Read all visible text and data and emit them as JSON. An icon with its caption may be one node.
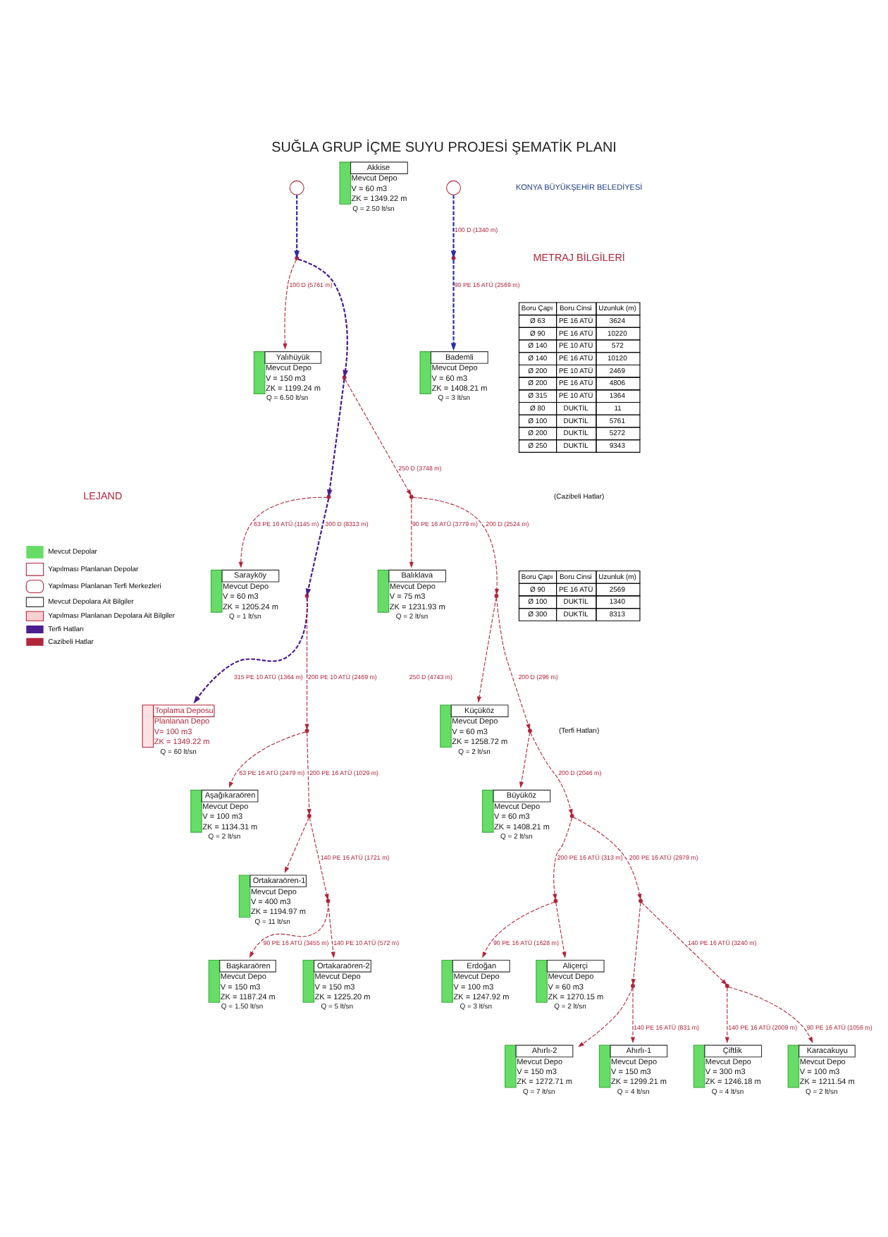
{
  "diagram": {
    "title": "SUĞLA GRUP İÇME SUYU PROJESİ ŞEMATİK PLANI",
    "nodes": [
      {
        "text": [
          "Başkaraören",
          "Mevcut Depo",
          "V = 150 m3",
          "ZK = 1187.24 m"
        ],
        "beside": [
          "Q = 1.50 lt/sn"
        ]
      },
      {
        "text": [
          "Ortakaraören-2",
          "Mevcut Depo",
          "V = 150 m3",
          "ZK = 1225.20 m"
        ],
        "beside": [
          "Q = 5 lt/sn"
        ]
      },
      {
        "text": [
          "Ortakaraören-1",
          "Mevcut Depo",
          "V = 400 m3",
          "ZK = 1194.97 m"
        ],
        "beside": [
          "Q = 11 lt/sn"
        ]
      },
      {
        "text": [
          "Aşağıkaraören",
          "Mevcut Depo",
          "V = 100 m3",
          "ZK = 1134.31 m"
        ],
        "beside": [
          "Q = 2 lt/sn"
        ]
      },
      {
        "text": [
          "Toplama Deposu",
          "Planlanan Depo",
          "V= 100 m3",
          "ZK = 1349.22 m"
        ],
        "beside": [
          "Q = 60 lt/sn"
        ]
      },
      {
        "text": [
          "Akkise",
          "Mevcut Depo",
          "V = 60 m3",
          "ZK = 1349.22 m"
        ],
        "beside": [
          "Q = 2.50 lt/sn"
        ]
      },
      {
        "text": [
          "Sarayköy",
          "Mevcut Depo",
          "V = 60 m3",
          "ZK = 1205.24 m"
        ],
        "beside": [
          "Q = 1 lt/sn"
        ]
      },
      {
        "text": [
          "Balıklava",
          "Mevcut Depo",
          "V = 75 m3",
          "ZK = 1231.93 m"
        ],
        "beside": [
          "Q = 2 lt/sn"
        ]
      },
      {
        "text": [
          "Yalıhüyük",
          "Mevcut Depo",
          "V = 150 m3",
          "ZK = 1199.24 m"
        ],
        "beside": [
          "Q = 6.50 lt/sn"
        ]
      },
      {
        "text": [
          "Bademli",
          "Mevcut Depo",
          "V = 60 m3",
          "ZK = 1408.21 m"
        ],
        "beside": [
          "Q = 3 lt/sn"
        ]
      },
      {
        "text": [
          "Küçüköz",
          "Mevcut Depo",
          "V = 60 m3",
          "ZK = 1258.72 m"
        ],
        "beside": [
          "Q = 2 lt/sn"
        ]
      },
      {
        "text": [
          "Erdoğan",
          "Mevcut Depo",
          "V = 100 m3",
          "ZK = 1247.92 m"
        ],
        "beside": [
          "Q = 3 lt/sn"
        ]
      },
      {
        "text": [
          "Büyüköz",
          "Mevcut Depo",
          "V = 60 m3",
          "ZK = 1408.21 m"
        ],
        "beside": [
          "Q = 2 lt/sn"
        ]
      },
      {
        "text": [
          "Çiftlik",
          "Mevcut Depo",
          "V = 300 m3",
          "ZK = 1246.18 m"
        ],
        "beside": [
          "Q = 4 lt/sn"
        ]
      },
      {
        "text": [
          "Aliçerçi",
          "Mevcut Depo",
          "V = 60 m3",
          "ZK = 1270.15 m"
        ],
        "beside": [
          "Q = 2 lt/sn"
        ]
      },
      {
        "text": [
          "Ahırlı-2",
          "Mevcut Depo",
          "V = 150 m3",
          "ZK = 1272.71 m"
        ],
        "beside": [
          "Q = 7 lt/sn"
        ]
      },
      {
        "text": [
          "Karacakuyu",
          "Mevcut Depo",
          "V = 100 m3",
          "ZK = 1211.54 m"
        ],
        "beside": [
          "Q = 2 lt/sn"
        ]
      },
      {
        "text": [
          "Ahırlı-1",
          "Mevcut Depo",
          "V = 150 m3",
          "ZK = 1299.21 m"
        ],
        "beside": [
          "Q = 4 lt/sn"
        ]
      },
      {
        "text": [],
        "shape": "circle"
      },
      {
        "text": [],
        "shape": "circle"
      },
      {
        "text": [],
        "shape": "point"
      },
      {
        "text": [],
        "shape": "point"
      },
      {
        "text": [],
        "shape": "point"
      },
      {
        "text": [],
        "shape": "point"
      },
      {
        "text": [],
        "shape": "point"
      },
      {
        "text": [],
        "shape": "point"
      },
      {
        "text": [],
        "shape": "point"
      },
      {
        "text": [],
        "shape": "point"
      },
      {
        "text": [],
        "shape": "point"
      },
      {
        "text": [],
        "shape": "point"
      },
      {
        "text": [],
        "shape": "point"
      },
      {
        "text": [],
        "shape": "point"
      },
      {
        "text": [],
        "shape": "point"
      },
      {
        "text": [],
        "shape": "point"
      },
      {
        "text": [],
        "shape": "point"
      },
      {
        "text": [],
        "shape": "point"
      }
    ],
    "edges": [
      {
        "from": 23,
        "to": 4,
        "arrow": "to",
        "label": "315 PE 10 ATÜ (1364 m)",
        "style": "dashed",
        "color": "#4b1d8f"
      },
      {
        "from": 23,
        "to": 22,
        "arrow": "to",
        "label": "200 PE 10 ATÜ (2469 m)",
        "style": "dashed"
      },
      {
        "from": 22,
        "to": 3,
        "arrow": "to",
        "label": "63 PE 16 ATÜ (2479 m)",
        "style": "dashed"
      },
      {
        "from": 22,
        "to": 21,
        "arrow": "to",
        "label": "200 PE 16 ATÜ (1029 m)",
        "style": "dashed"
      },
      {
        "from": 21,
        "to": 2,
        "arrow": "to",
        "style": "dashed"
      },
      {
        "from": 21,
        "to": 20,
        "arrow": "to",
        "label": "140 PE 16 ATÜ (1721 m)",
        "style": "dashed"
      },
      {
        "from": 20,
        "to": 1,
        "arrow": "to",
        "label": "140 PE 10 ATÜ (572 m)",
        "style": "dashed"
      },
      {
        "from": 20,
        "to": 0,
        "arrow": "to",
        "label": "90 PE 16 ATÜ (3455 m)",
        "style": "dashed"
      },
      {
        "from": 24,
        "to": 23,
        "arrow": "to",
        "label": "300 D (8313 m)",
        "style": "dashed",
        "color": "#4b1d8f"
      },
      {
        "from": 25,
        "to": 24,
        "arrow": "to",
        "style": "dashed",
        "color": "#4b1d8f"
      },
      {
        "from": 24,
        "to": 6,
        "arrow": "to",
        "label": "63 PE 16 ATÜ (1145 m)",
        "style": "dashed"
      },
      {
        "from": 18,
        "to": 26,
        "arrow": "to",
        "style": "dashed",
        "color": "#2b2bb0"
      },
      {
        "from": 26,
        "to": 25,
        "arrow": "to",
        "style": "dashed",
        "color": "#4b1d8f"
      },
      {
        "from": 26,
        "to": 8,
        "arrow": "to",
        "label": "100 D (5761 m)",
        "style": "dashed"
      },
      {
        "from": 25,
        "to": 27,
        "arrow": "to",
        "label": "250 D (3748 m)",
        "style": "dashed"
      },
      {
        "from": 27,
        "to": 7,
        "arrow": "to",
        "label": "90 PE 16 ATÜ (3779 m)",
        "style": "dashed"
      },
      {
        "from": 27,
        "to": 28,
        "arrow": "to",
        "label": "200 D (2524 m)",
        "style": "dashed"
      },
      {
        "from": 28,
        "to": 10,
        "arrow": "to",
        "style": "dashed"
      },
      {
        "from": 28,
        "to": 29,
        "arrow": "to",
        "label": "200 D (296 m)",
        "style": "dashed"
      },
      {
        "from": 29,
        "to": 12,
        "arrow": "to",
        "style": "dashed"
      },
      {
        "from": 19,
        "to": 30,
        "arrow": "to",
        "label": "100 D (1340 m)",
        "style": "dashed",
        "color": "#2b2bb0"
      },
      {
        "from": 30,
        "to": 9,
        "arrow": "to",
        "label": "90 PE 16 ATÜ (2569 m)",
        "style": "dashed",
        "color": "#2b2bb0"
      },
      {
        "from": 29,
        "to": 32,
        "arrow": "to",
        "label": "200 D (2046 m)",
        "style": "dashed"
      },
      {
        "from": 32,
        "to": 31,
        "arrow": "to",
        "label": "200 PE 16 ATÜ (313 m)",
        "style": "dashed"
      },
      {
        "from": 31,
        "to": 11,
        "arrow": "to",
        "label": "90 PE 16 ATÜ (1628 m)",
        "style": "dashed"
      },
      {
        "from": 31,
        "to": 14,
        "arrow": "to",
        "style": "dashed"
      },
      {
        "from": 32,
        "to": 33,
        "arrow": "to",
        "label": "200 PE 16 ATÜ (2979 m)",
        "style": "dashed"
      },
      {
        "from": 33,
        "to": 34,
        "arrow": "to",
        "style": "dashed"
      },
      {
        "from": 34,
        "to": 15,
        "arrow": "to",
        "style": "dashed"
      },
      {
        "from": 34,
        "to": 17,
        "arrow": "to",
        "label": "140 PE 16 ATÜ (831 m)",
        "style": "dashed"
      },
      {
        "from": 33,
        "to": 35,
        "arrow": "to",
        "label": "140 PE 16 ATÜ (3240 m)",
        "style": "dashed"
      },
      {
        "from": 35,
        "to": 13,
        "arrow": "to",
        "label": "140 PE 16 ATÜ (2009 m)",
        "style": "dashed"
      },
      {
        "from": 35,
        "to": 16,
        "arrow": "to",
        "label": "90 PE 16 ATÜ (1056 m)",
        "style": "dashed"
      }
    ],
    "labels": [
      "KONYA BÜYÜKŞEHİR BELEDİYESİ",
      "LEJAND",
      "METRAJ BİLGİLERİ",
      "Boru Çapı",
      "Boru Cinsi",
      "Uzunluk (m)",
      "Ø 63",
      "PE 16 ATÜ",
      "3624",
      "Ø 90",
      "PE 16 ATÜ",
      "10220",
      "Ø 140",
      "PE 10 ATÜ",
      "572",
      "Ø 140",
      "PE 16 ATÜ",
      "10120",
      "Ø 200",
      "PE 10 ATÜ",
      "2469",
      "Ø 200",
      "PE 16 ATÜ",
      "4806",
      "Ø 315",
      "PE 10 ATÜ",
      "1364",
      "Ø 80",
      "DUKTİL",
      "11",
      "Ø 100",
      "DUKTİL",
      "5761",
      "Ø 200",
      "DUKTİL",
      "5272",
      "Ø 250",
      "DUKTİL",
      "9343",
      "(Cazibeli Hatlar)",
      "Boru Çapı",
      "Boru Cinsi",
      "Uzunluk (m)",
      "Ø 90",
      "PE 16 ATÜ",
      "2569",
      "Ø 100",
      "DUKTİL",
      "1340",
      "Ø 300",
      "DUKTİL",
      "8313",
      "(Terfi Hatları)",
      "250 D (4743 m)"
    ],
    "legend": [
      {
        "text": "Mevcut Depolar"
      },
      {
        "text": "Yapılması Planlanan Depolar"
      },
      {
        "text": "Yapılması Planlanan Terfi Merkezleri"
      },
      {
        "text": "Mevcut Depolara Ait Bilgiler"
      },
      {
        "text": "Yapılması Planlanan Depolara Ait Bilgiler"
      },
      {
        "text": "Terfi Hatları"
      },
      {
        "text": "Cazibeli Hatlar"
      }
    ]
  }
}
